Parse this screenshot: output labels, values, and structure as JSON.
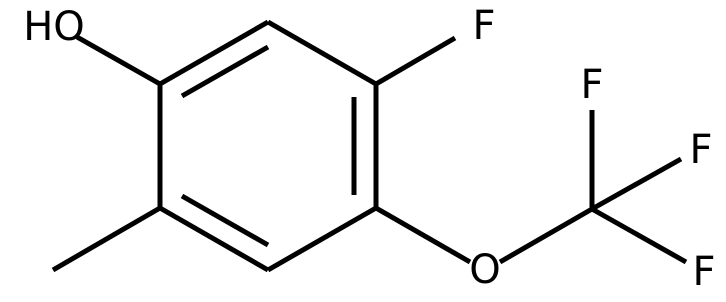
{
  "molecule": {
    "atoms": {
      "hydroxyl": "HO",
      "fluorine_ring": "F",
      "oxygen_ether": "O",
      "fluorine_1": "F",
      "fluorine_2": "F",
      "fluorine_3": "F"
    }
  }
}
